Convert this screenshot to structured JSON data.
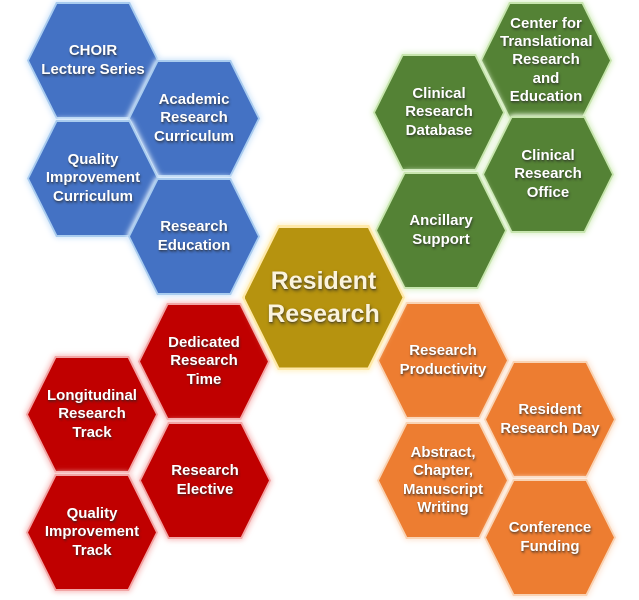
{
  "diagram_title": "Resident Research",
  "center": {
    "label": "Resident Research"
  },
  "colors": {
    "blue": {
      "fill": "#4472C4",
      "border": "#A9CCEF",
      "glow": "#D9EAFB"
    },
    "green": {
      "fill": "#548235",
      "border": "#C7E5AE",
      "glow": "#E2F3D3"
    },
    "red": {
      "fill": "#C00000",
      "border": "#F2A5A5",
      "glow": "#F9CCCC"
    },
    "orange": {
      "fill": "#ED7D31",
      "border": "#F9D3B4",
      "glow": "#FDEADC"
    },
    "gold": {
      "fill": "#B6930F",
      "border": "#FFE9A9",
      "glow": "#FFF4CF"
    }
  },
  "clusters": {
    "education": {
      "color": "blue",
      "items": [
        {
          "label": "CHOIR Lecture Series"
        },
        {
          "label": "Academic Research Curriculum"
        },
        {
          "label": "Quality Improvement Curriculum"
        },
        {
          "label": "Research Education"
        }
      ]
    },
    "clinical": {
      "color": "green",
      "items": [
        {
          "label": "Center for Translational Research and Education"
        },
        {
          "label": "Clinical Research Database"
        },
        {
          "label": "Clinical Research Office"
        },
        {
          "label": "Ancillary Support"
        }
      ]
    },
    "tracks": {
      "color": "red",
      "items": [
        {
          "label": "Dedicated Research Time"
        },
        {
          "label": "Longitudinal Research Track"
        },
        {
          "label": "Research Elective"
        },
        {
          "label": "Quality Improvement Track"
        }
      ]
    },
    "output": {
      "color": "orange",
      "items": [
        {
          "label": "Research Productivity"
        },
        {
          "label": "Resident Research Day"
        },
        {
          "label": "Abstract, Chapter, Manuscript Writing"
        },
        {
          "label": "Conference Funding"
        }
      ]
    }
  }
}
